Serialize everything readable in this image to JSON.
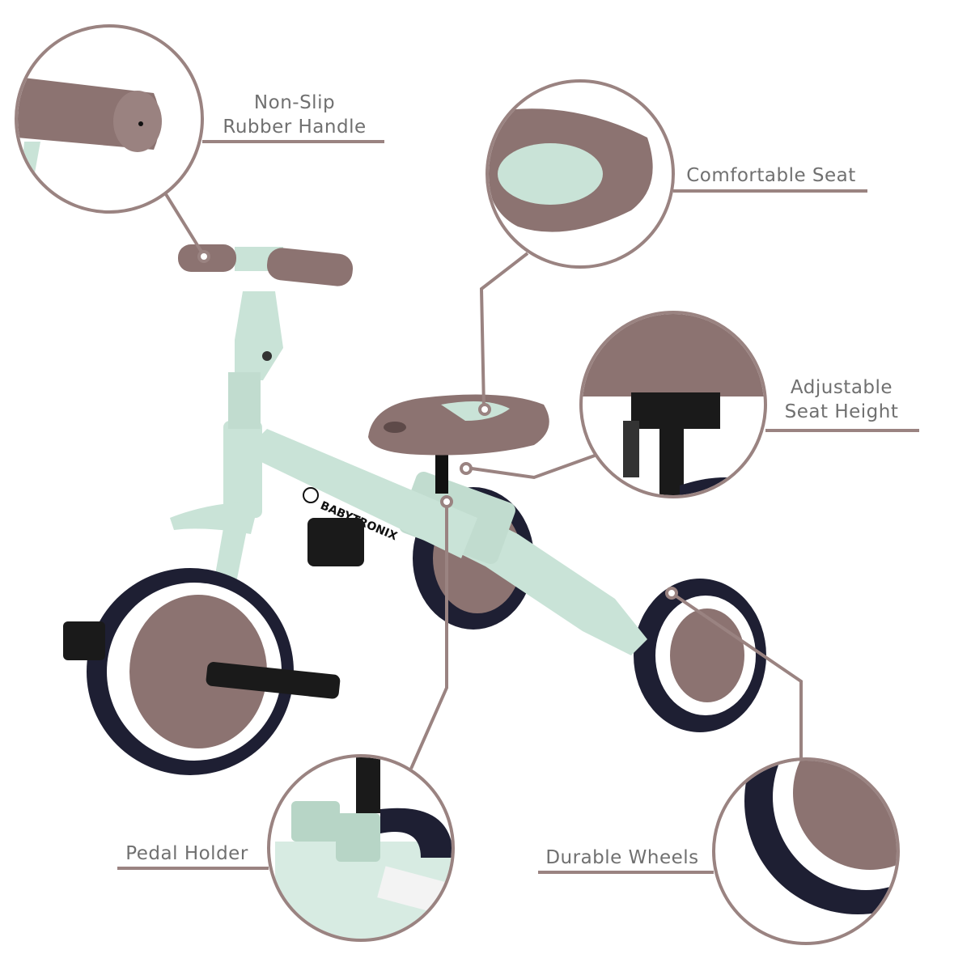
{
  "colors": {
    "callout_line": "#9a8381",
    "label_text": "#707070",
    "frame_mint": "#c9e3d7",
    "accent_brown": "#8c7371",
    "tire": "#1e1f33"
  },
  "brand_logo": "BABYTRONIX",
  "features": [
    {
      "line1": "Non-Slip",
      "line2": "Rubber Handle",
      "icon": "handle-grip"
    },
    {
      "line1": "Comfortable Seat",
      "icon": "seat"
    },
    {
      "line1": "Adjustable",
      "line2": "Seat Height",
      "icon": "seat-post"
    },
    {
      "line1": "Pedal Holder",
      "icon": "pedal-holder"
    },
    {
      "line1": "Durable Wheels",
      "icon": "wheel"
    }
  ]
}
